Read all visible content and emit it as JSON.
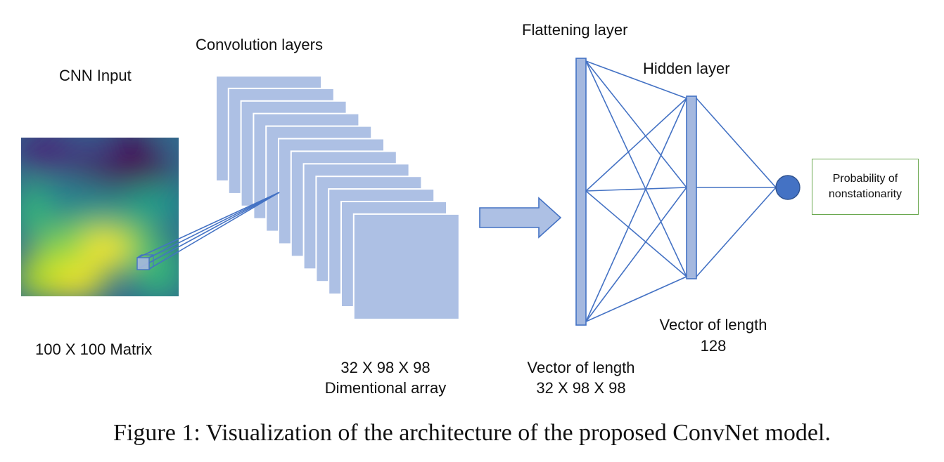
{
  "labels": {
    "cnn_input": "CNN Input",
    "input_size": "100 X 100 Matrix",
    "conv_layers": "Convolution layers",
    "conv_size_line1": "32 X 98 X 98",
    "conv_size_line2": "Dimentional array",
    "flattening_layer": "Flattening layer",
    "flat_size_line1": "Vector of length",
    "flat_size_line2": "32 X 98 X 98",
    "hidden_layer": "Hidden layer",
    "hidden_size_line1": "Vector of length",
    "hidden_size_line2": "128",
    "output": "Probability of\nnonstationarity"
  },
  "caption": "Figure 1: Visualization of the architecture of the proposed ConvNet model.",
  "colors": {
    "feature_map_fill": "#adc0e4",
    "connection_stroke": "#4472c4",
    "layer_fill": "#a4b8df",
    "output_node_fill": "#4472c4",
    "output_box_border": "#6aa84f",
    "heatmap_low": "#440154",
    "heatmap_mid": "#21918c",
    "heatmap_high": "#fde725"
  },
  "icons": {
    "input_image": "viridis-heatmap",
    "arrow": "block-arrow-right"
  }
}
